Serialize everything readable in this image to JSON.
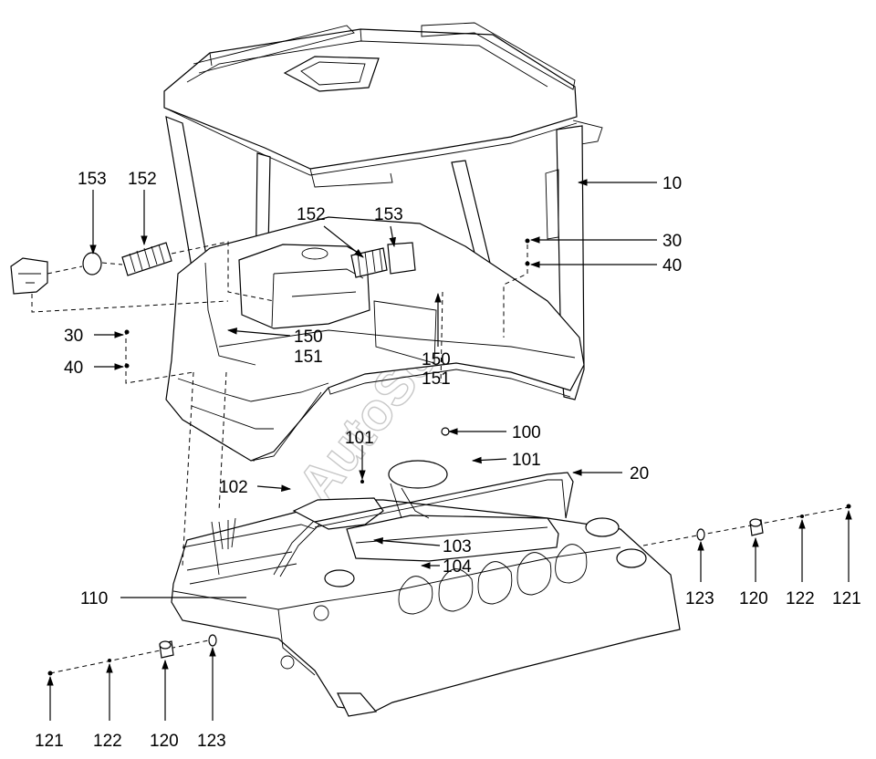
{
  "watermark": "AutoSoft",
  "callouts": {
    "c10": "10",
    "c30r": "30",
    "c40r": "40",
    "c30l": "30",
    "c40l": "40",
    "c153l": "153",
    "c152l": "152",
    "c152m": "152",
    "c153m": "153",
    "c150a": "150",
    "c151a": "151",
    "c150b": "150",
    "c151b": "151",
    "c100": "100",
    "c101a": "101",
    "c101b": "101",
    "c20": "20",
    "c102": "102",
    "c103": "103",
    "c104": "104",
    "c110": "110",
    "c123r": "123",
    "c120r": "120",
    "c122r": "122",
    "c121r": "121",
    "c121l": "121",
    "c122l": "122",
    "c120l": "120",
    "c123l": "123"
  }
}
